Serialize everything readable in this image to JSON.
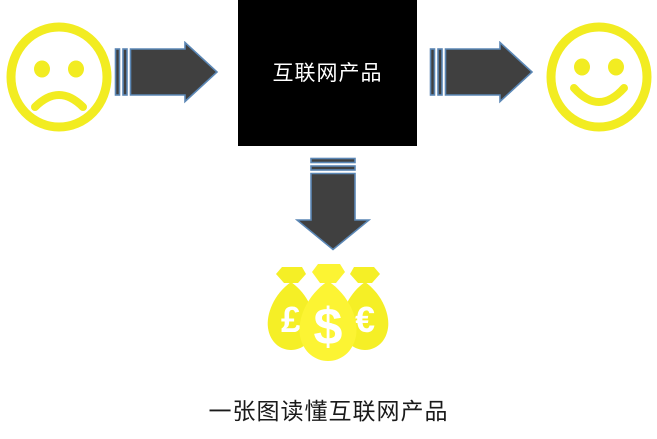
{
  "diagram": {
    "title_caption": "一张图读懂互联网产品",
    "center_box": {
      "label": "互联网产品",
      "background": "#000000",
      "text_color": "#ffffff"
    },
    "nodes": [
      {
        "id": "unhappy-user",
        "icon": "sad-face-icon",
        "meaning": "不满意的用户",
        "color": "#f2ec21"
      },
      {
        "id": "happy-user",
        "icon": "smiley-face-icon",
        "meaning": "满意的用户",
        "color": "#f2ec21"
      },
      {
        "id": "money",
        "icon": "money-bags-icon",
        "meaning": "收益",
        "color": "#f2ec21",
        "currencies": [
          "£",
          "$",
          "€"
        ]
      }
    ],
    "arrows": [
      {
        "id": "arrow-left-to-box",
        "direction": "right",
        "from": "unhappy-user",
        "to": "center-box"
      },
      {
        "id": "arrow-box-to-right",
        "direction": "right",
        "from": "center-box",
        "to": "happy-user"
      },
      {
        "id": "arrow-box-to-money",
        "direction": "down",
        "from": "center-box",
        "to": "money"
      }
    ],
    "colors": {
      "accent_yellow": "#f2ec21",
      "money_bag_side": "#f5ef26",
      "money_bag_center": "#fcf433",
      "arrow_fill": "#404040",
      "arrow_outline": "#5b87b5",
      "background": "#ffffff",
      "caption_text": "#1a1a1a"
    }
  }
}
